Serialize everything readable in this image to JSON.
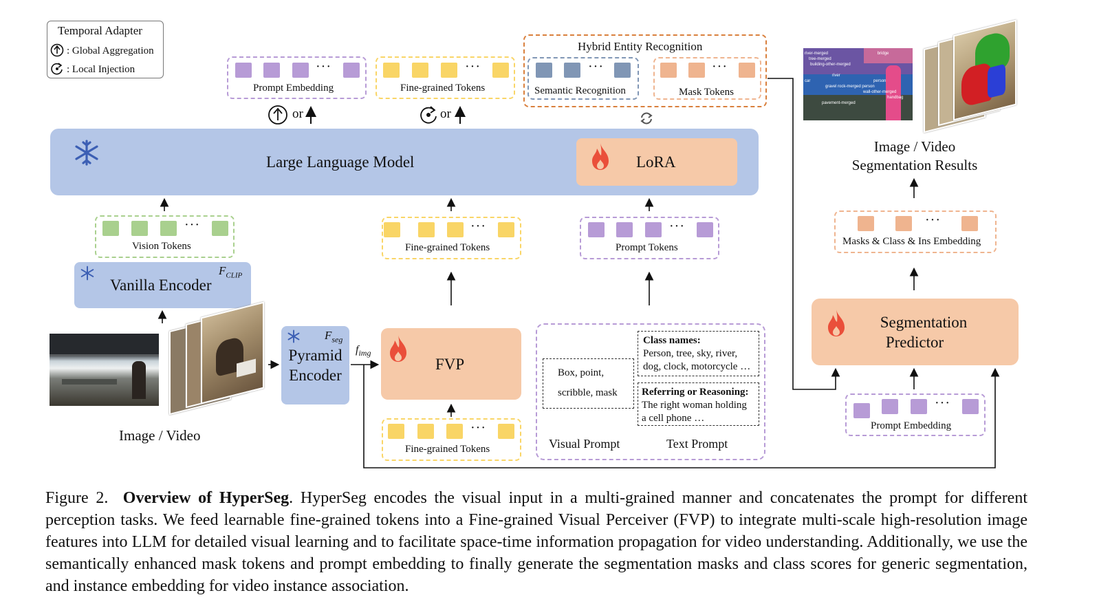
{
  "legend": {
    "title": "Temporal Adapter",
    "global": ": Global Aggregation",
    "local": ": Local Injection"
  },
  "top": {
    "prompt_embedding": "Prompt Embedding",
    "fine_grained": "Fine-grained Tokens",
    "hybrid_title": "Hybrid Entity Recognition",
    "semantic": "Semantic Recognition",
    "mask_tokens": "Mask Tokens",
    "or1": "or",
    "or2": "or",
    "dots": "···"
  },
  "llm": {
    "label": "Large Language Model",
    "lora": "LoRA"
  },
  "mid": {
    "vision_tokens": "Vision Tokens",
    "fine_grained": "Fine-grained Tokens",
    "prompt_tokens": "Prompt Tokens"
  },
  "encoder": {
    "vanilla": "Vanilla Encoder",
    "fclip_main": "F",
    "fclip_sub": "CLIP",
    "pyramid_line1": "Pyramid",
    "pyramid_line2": "Encoder",
    "fseg_main": "F",
    "fseg_sub": "seg",
    "fimg_main": "f",
    "fimg_sub": "img"
  },
  "input_label": "Image / Video",
  "fvp": {
    "label": "FVP",
    "tokens": "Fine-grained Tokens"
  },
  "prompts": {
    "visual_line1": "Box, point,",
    "visual_line2": "scribble, mask",
    "class_title": "Class names:",
    "class_line1": "Person, tree, sky, river,",
    "class_line2": "dog, clock, motorcycle …",
    "ref_title": "Referring or Reasoning:",
    "ref_line1": "The right woman holding",
    "ref_line2": "a cell phone …",
    "visual_label": "Visual Prompt",
    "text_label": "Text Prompt"
  },
  "right": {
    "results_line1": "Image / Video",
    "results_line2": "Segmentation Results",
    "masks_label": "Masks & Class & Ins Embedding",
    "seg_line1": "Segmentation",
    "seg_line2": "Predictor",
    "prompt_embedding": "Prompt Embedding"
  },
  "seg_thumb_labels": [
    "river-merged",
    "tree-merged",
    "building-other-merged",
    "bridge",
    "river",
    "person",
    "gravel",
    "rock-merged",
    "person",
    "wall-other-merged",
    "handbag",
    "pavement-merged",
    "car"
  ],
  "caption": {
    "fig": "Figure 2.",
    "title": "Overview of HyperSeg",
    "text": ". HyperSeg encodes the visual input in a multi-grained manner and concatenates the prompt for different perception tasks. We feed learnable fine-grained tokens into a Fine-grained Visual Perceiver (FVP) to integrate multi-scale high-resolution image features into LLM for detailed visual learning and to facilitate space-time information propagation for video understanding. Additionally, we use the semantically enhanced mask tokens and prompt embedding to finally generate the segmentation masks and class scores for generic segmentation, and instance embedding for video instance association."
  },
  "colors": {
    "purple": "#b79bd6",
    "yellow": "#f9d566",
    "green": "#a9d08e",
    "slate": "#8096b5",
    "orange": "#efb48f",
    "llm_blue": "#b4c6e7",
    "lora_peach": "#f6c9a8"
  }
}
